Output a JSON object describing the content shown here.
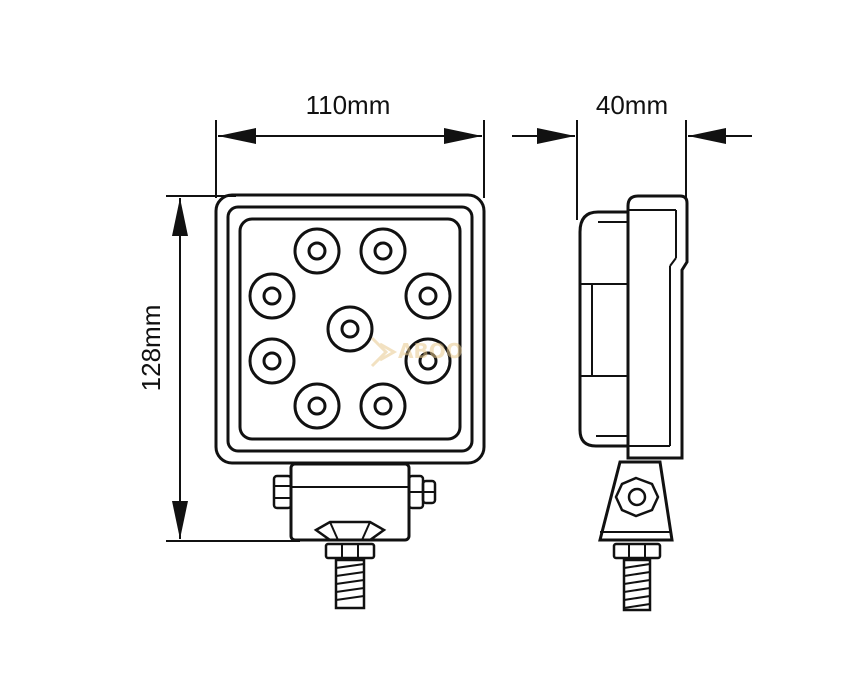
{
  "dimensions": {
    "width_label": "110mm",
    "height_label": "128mm",
    "depth_label": "40mm"
  },
  "led_count": 9,
  "colors": {
    "line": "#111111",
    "watermark": "#e8c98e"
  }
}
